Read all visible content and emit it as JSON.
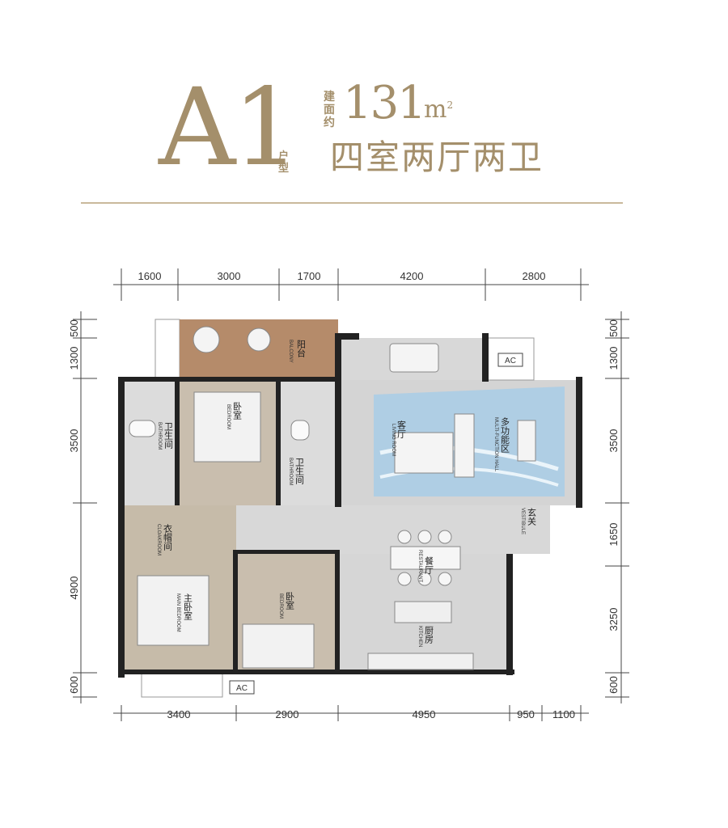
{
  "header": {
    "unit_code": "A1",
    "type_label": "户型",
    "area_prefix": "建面约",
    "area_value": "131",
    "area_unit": "m",
    "area_unit_sup": "2",
    "layout_desc": "四室两厅两卫"
  },
  "dimensions": {
    "top": [
      "1600",
      "3000",
      "1700",
      "4200",
      "2800"
    ],
    "bottom": [
      "3400",
      "2900",
      "4950",
      "950",
      "1100"
    ],
    "left": [
      "500",
      "1300",
      "3500",
      "4900",
      "600"
    ],
    "right": [
      "500",
      "1300",
      "3500",
      "1650",
      "3250",
      "600"
    ]
  },
  "rooms": {
    "balcony": {
      "cn": "阳台",
      "en": "BALCONY"
    },
    "bath1": {
      "cn": "卫生间",
      "en": "BATHROOM"
    },
    "bedroom1": {
      "cn": "卧室",
      "en": "BEDROOM"
    },
    "bath2": {
      "cn": "卫生间",
      "en": "BATHROOM"
    },
    "living": {
      "cn": "客厅",
      "en": "LIVING ROOM"
    },
    "multi": {
      "cn": "多功能区",
      "en": "MULTI-FUNCTION HALL"
    },
    "cloak": {
      "cn": "衣帽间",
      "en": "CLOAKROOM"
    },
    "main_bed": {
      "cn": "主卧室",
      "en": "MAIN BEDROOM"
    },
    "bedroom2": {
      "cn": "卧室",
      "en": "BEDROOM"
    },
    "vestibule": {
      "cn": "玄关",
      "en": "VESTIBULE"
    },
    "restaurant": {
      "cn": "餐厅",
      "en": "RESTAURANT"
    },
    "kitchen": {
      "cn": "厨房",
      "en": "KITCHEN"
    }
  },
  "ac_label": "AC",
  "colors": {
    "gold": "#a48f6b",
    "wall": "#222222",
    "floor": "#d6d6d6",
    "wood": "#b58b6a",
    "water": "#9cc7e2"
  }
}
